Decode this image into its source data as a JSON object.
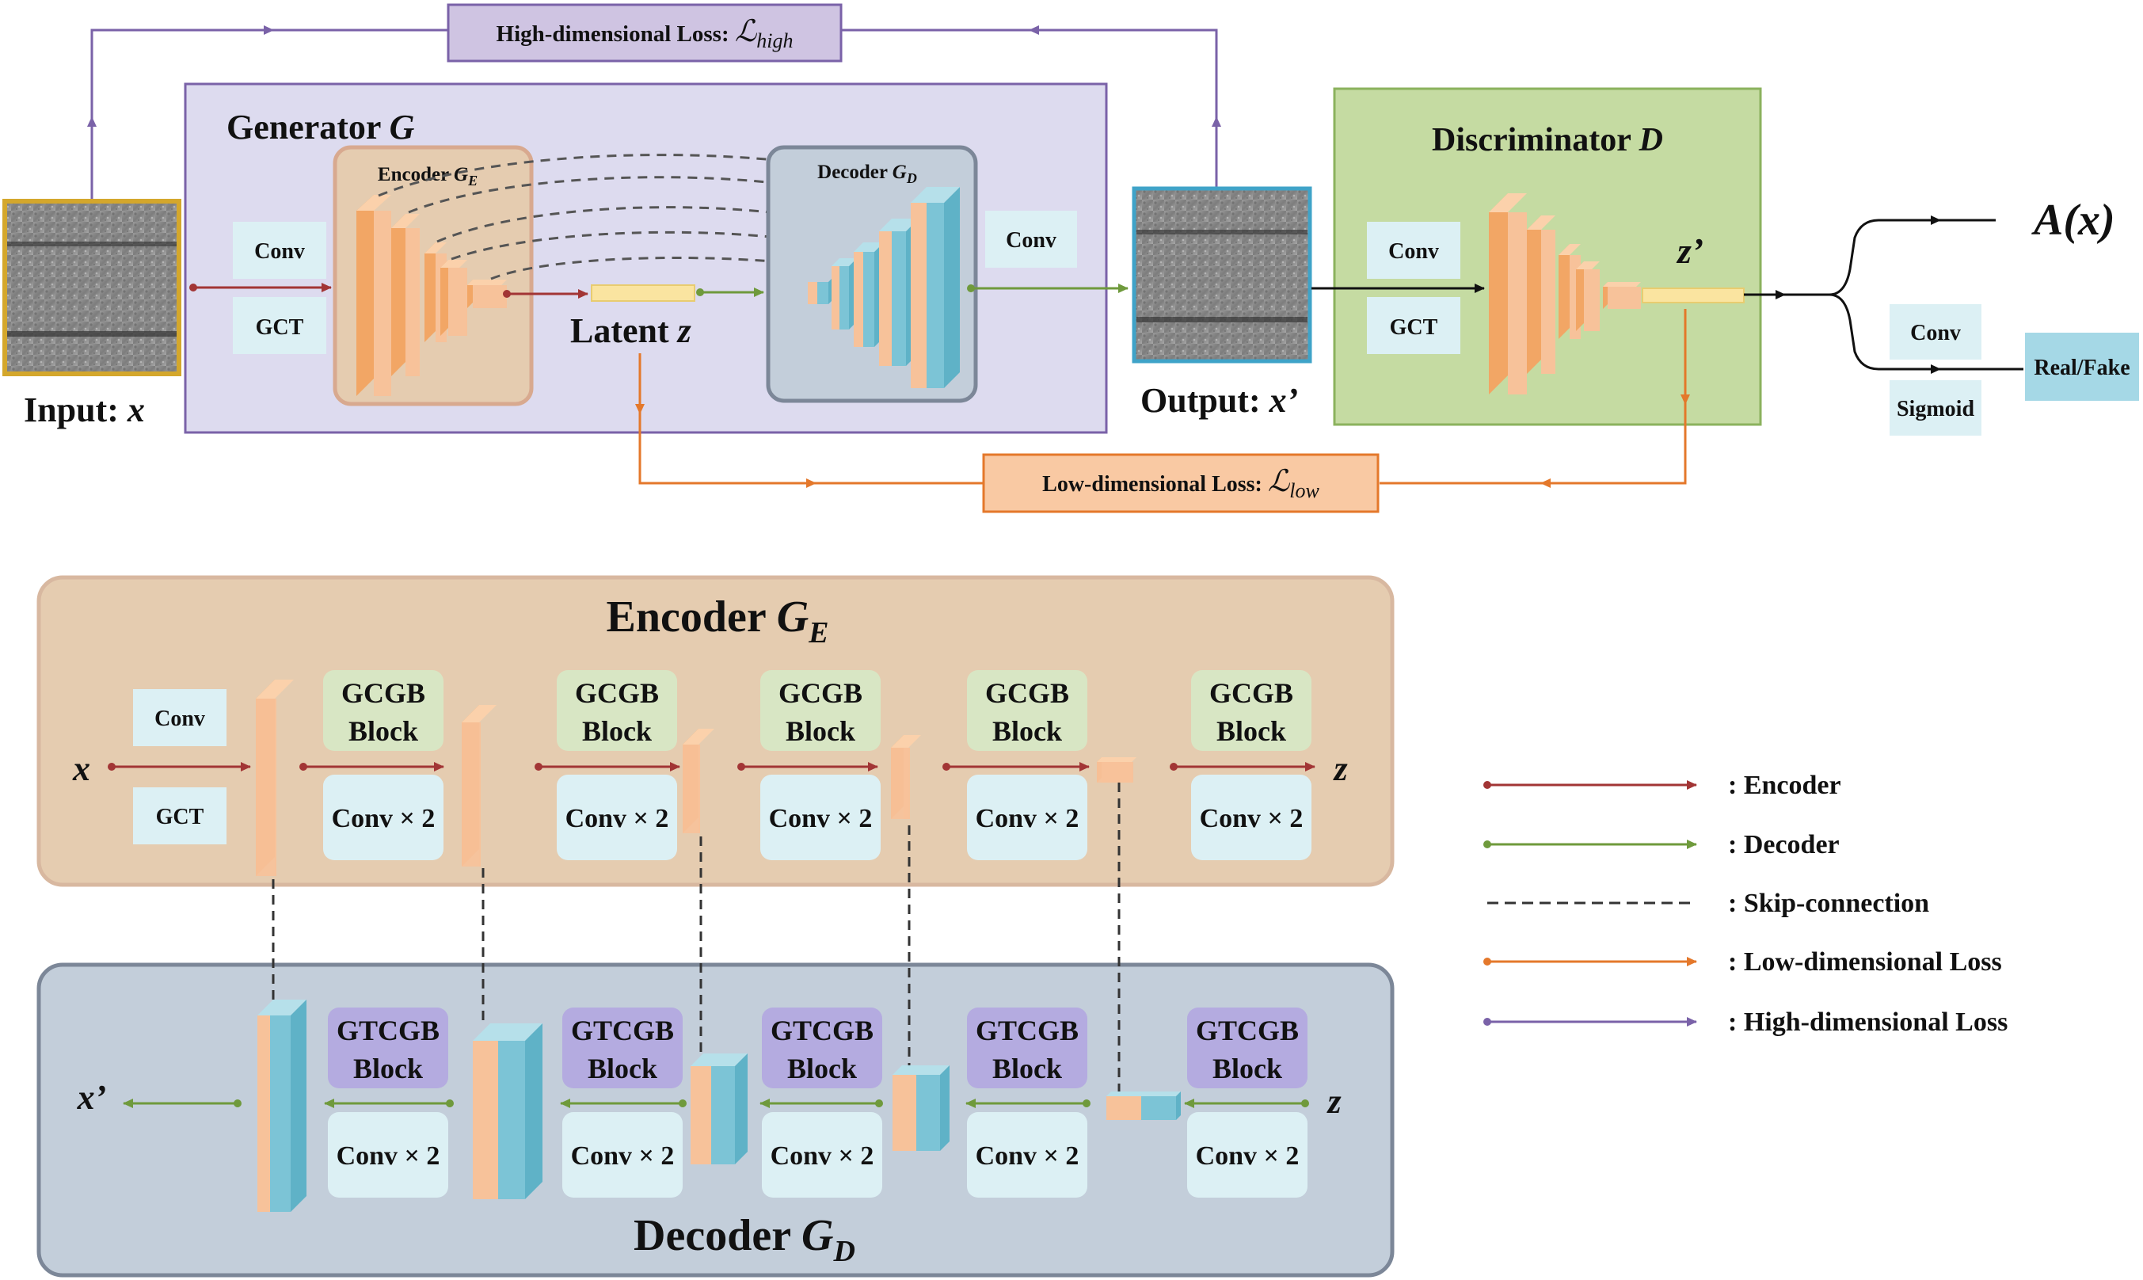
{
  "top": {
    "high_loss": {
      "label": "High-dimensional Loss:",
      "symbol": "ℒ",
      "sub": "high"
    },
    "low_loss": {
      "label": "Low-dimensional Loss:",
      "symbol": "ℒ",
      "sub": "low"
    },
    "input_label": {
      "prefix": "Input:",
      "var": "x"
    },
    "output_label": {
      "prefix": "Output:",
      "var": "x’"
    },
    "generator": {
      "title": "Generator",
      "var": "G"
    },
    "encoder_small": {
      "title": "Encoder",
      "var": "G",
      "sub": "E"
    },
    "decoder_small": {
      "title": "Decoder",
      "var": "G",
      "sub": "D"
    },
    "latent": {
      "prefix": "Latent",
      "var": "z"
    },
    "conv": "Conv",
    "gct": "GCT",
    "discriminator": {
      "title": "Discriminator",
      "var": "D"
    },
    "z_prime": "z’",
    "sigmoid": "Sigmoid",
    "ax": "A(x)",
    "real_fake": "Real/Fake"
  },
  "encoder_panel": {
    "title": "Encoder",
    "var": "G",
    "sub": "E",
    "in_var": "x",
    "out_var": "z",
    "conv": "Conv",
    "gct": "GCT",
    "block_line1": "GCGB",
    "block_line2": "Block",
    "conv2": "Conv × 2"
  },
  "decoder_panel": {
    "title": "Decoder",
    "var": "G",
    "sub": "D",
    "in_var": "z",
    "out_var": "x’",
    "block_line1": "GTCGB",
    "block_line2": "Block",
    "conv2": "Conv × 2"
  },
  "legend": [
    {
      "label": ": Encoder",
      "style": "encoder"
    },
    {
      "label": ": Decoder",
      "style": "decoder"
    },
    {
      "label": ": Skip-connection",
      "style": "skip"
    },
    {
      "label": ": Low-dimensional Loss",
      "style": "low"
    },
    {
      "label": ": High-dimensional Loss",
      "style": "high"
    }
  ],
  "colors": {
    "encoder_arrow": "#a23535",
    "decoder_arrow": "#6f9a3c",
    "low_loss": "#e4782b",
    "high_loss": "#7a62a8",
    "generator_bg": "#dddbef",
    "discriminator_bg": "#c5dba2",
    "encoder_bg": "#e5ccb0",
    "decoder_bg": "#c3ceda",
    "feature_orange": "#f7c29a",
    "feature_blue": "#7cc4d6"
  }
}
